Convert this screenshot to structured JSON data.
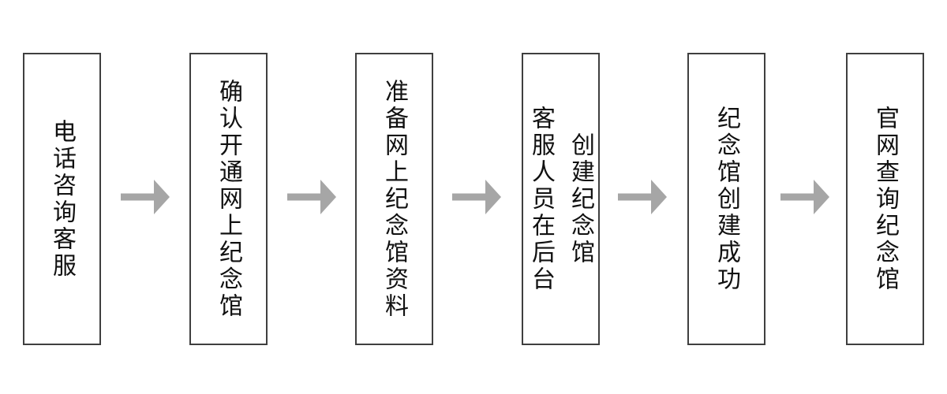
{
  "flowchart": {
    "direction": "left-to-right",
    "steps": [
      {
        "id": 1,
        "label": "电话咨询客服",
        "lines": [
          "电话咨询客服"
        ]
      },
      {
        "id": 2,
        "label": "确认开通网上纪念馆",
        "lines": [
          "确认开通网上纪念馆"
        ]
      },
      {
        "id": 3,
        "label": "准备网上纪念馆资料",
        "lines": [
          "准备网上纪念馆资料"
        ]
      },
      {
        "id": 4,
        "label": "客服人员在后台创建纪念馆",
        "lines": [
          "客服人员在后台",
          "创建纪念馆"
        ]
      },
      {
        "id": 5,
        "label": "纪念馆创建成功",
        "lines": [
          "纪念馆创建成功"
        ]
      },
      {
        "id": 6,
        "label": "官网查询纪念馆",
        "lines": [
          "官网查询纪念馆"
        ]
      }
    ],
    "connectors": [
      {
        "from": 1,
        "to": 2,
        "type": "arrow-right"
      },
      {
        "from": 2,
        "to": 3,
        "type": "arrow-right"
      },
      {
        "from": 3,
        "to": 4,
        "type": "arrow-right"
      },
      {
        "from": 4,
        "to": 5,
        "type": "arrow-right"
      },
      {
        "from": 5,
        "to": 6,
        "type": "arrow-right"
      }
    ],
    "colors": {
      "box_border": "#3f3f3f",
      "box_fill": "#ffffff",
      "text": "#111111",
      "arrow": "#a6a6a6",
      "background": "#ffffff"
    }
  }
}
